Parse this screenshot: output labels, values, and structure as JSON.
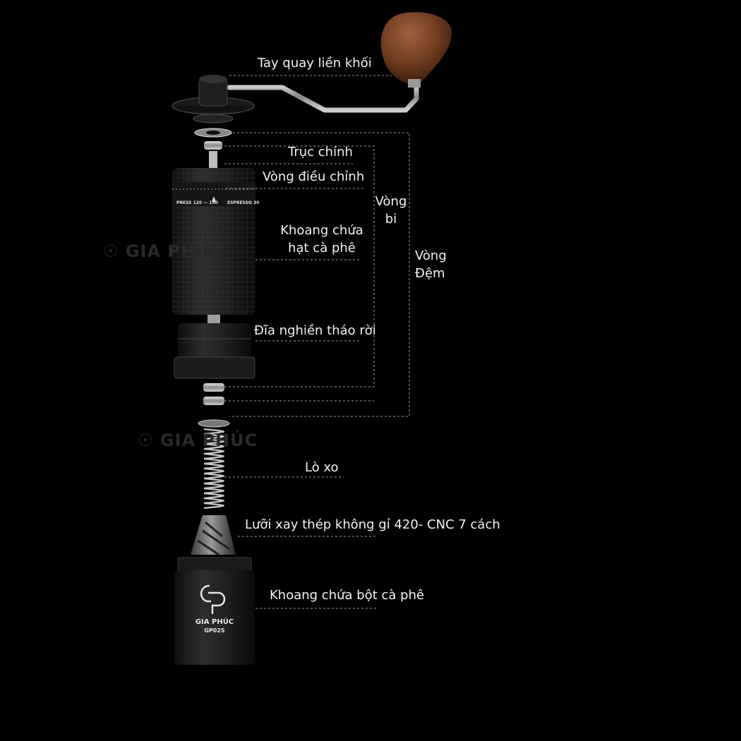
{
  "labels": {
    "handle": "Tay quay liền khối",
    "spindle": "Trục chính",
    "adjust_ring": "Vòng điều chỉnh",
    "bearing_line1": "Vòng",
    "bearing_line2": "bi",
    "bean_chamber_line1": "Khoang chứa",
    "bean_chamber_line2": "hạt cà phê",
    "washer_line1": "Vòng",
    "washer_line2": "Đệm",
    "burr_disc": "Đĩa nghiền tháo rời",
    "spring": "Lò xo",
    "burr": "Lưỡi xay thép không gỉ 420- CNC 7 cách",
    "powder_chamber": "Khoang chứa bột cà phê"
  },
  "product": {
    "brand": "GIA PHÚC",
    "model": "GP02S",
    "scale_left": "PRESS 120 — 150",
    "scale_right": "ESPRESSO 30"
  },
  "watermarks": [
    "GIA PHÚC",
    "GIA PHÚC"
  ],
  "colors": {
    "background": "#000000",
    "wood": "#7a4628",
    "steel": "#b5b5b5",
    "body": "#1b1b1b",
    "label": "#f2f2f2",
    "leader": "#9a9a9a"
  }
}
